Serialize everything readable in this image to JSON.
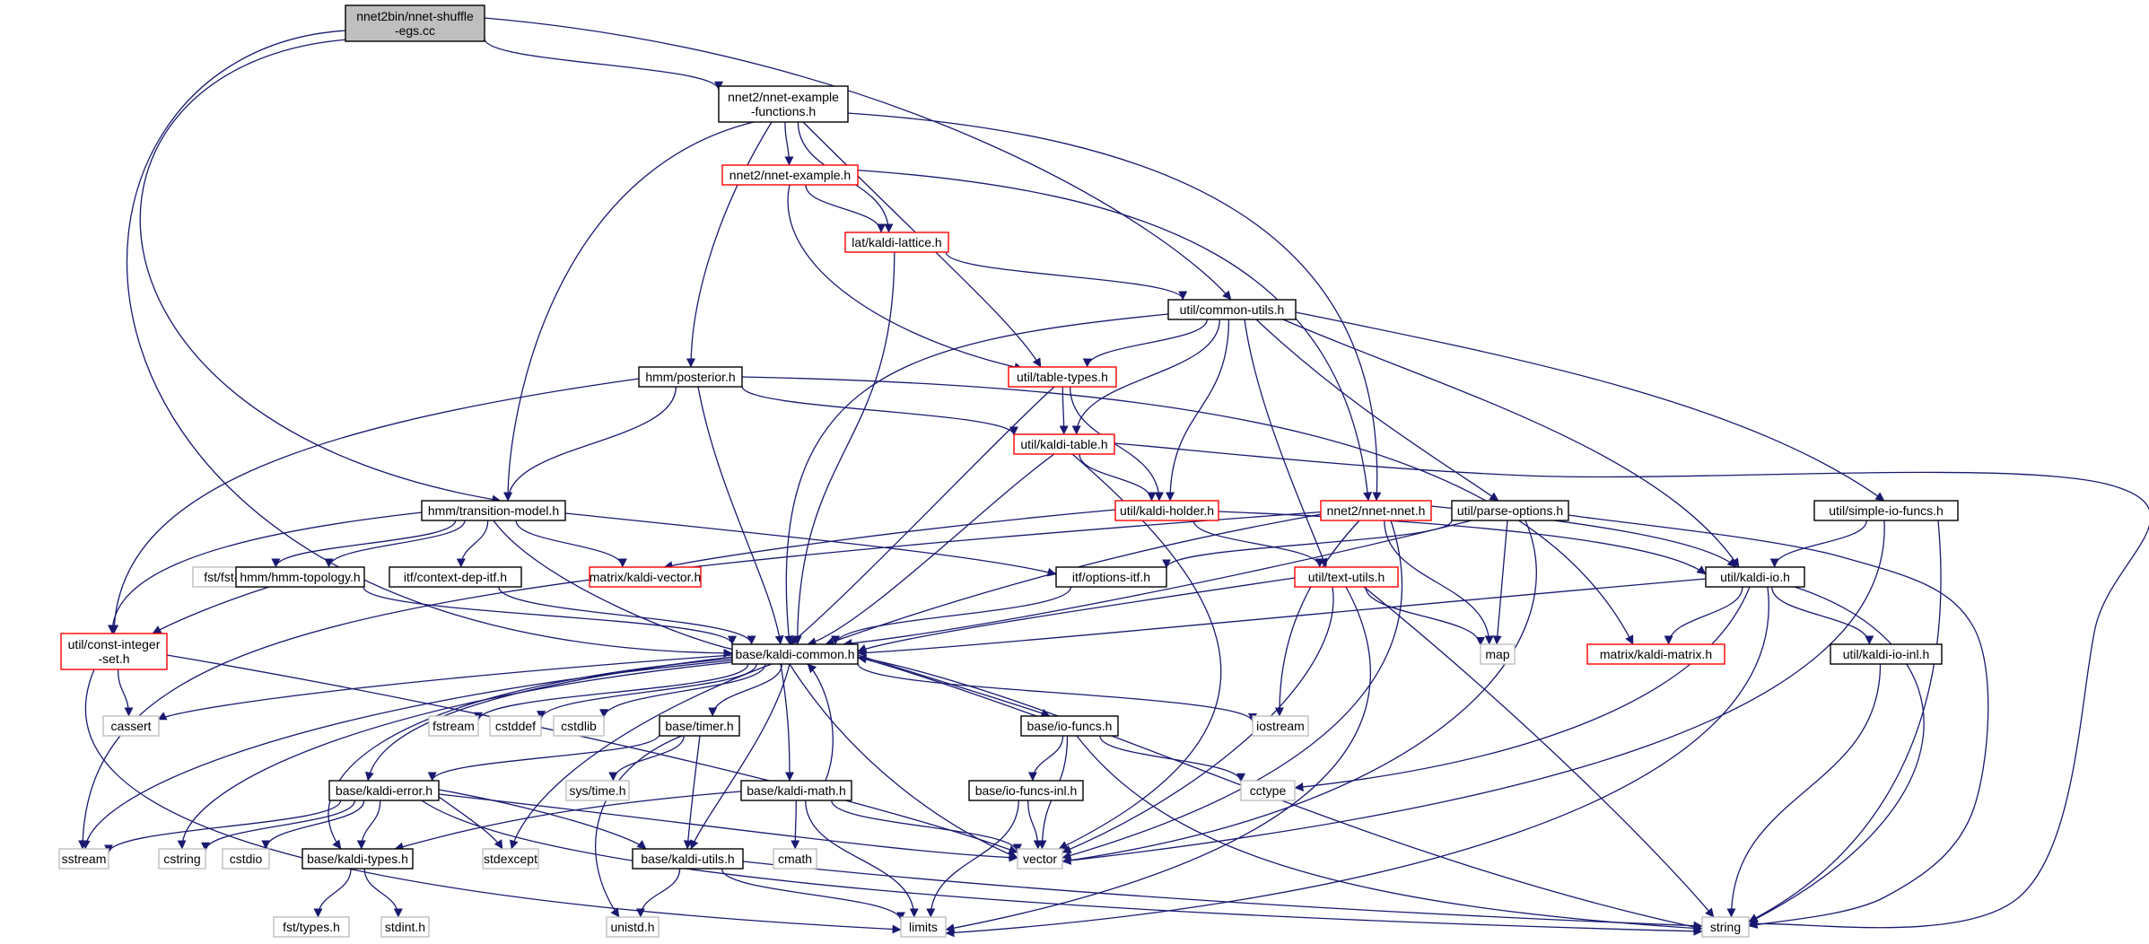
{
  "colors": {
    "background": "#ffffff",
    "edge": "#191970",
    "root_fill": "#bfbfbf",
    "normal_border": "#000000",
    "truncated_border": "#ff0000",
    "system_border": "#bfbfbf",
    "text": "#000000"
  },
  "nodes": [
    {
      "id": "root",
      "label": "nnet2bin/nnet-shuffle\n-egs.cc",
      "style": "root"
    },
    {
      "id": "nef",
      "label": "nnet2/nnet-example\n-functions.h",
      "style": "normal"
    },
    {
      "id": "ne",
      "label": "nnet2/nnet-example.h",
      "style": "truncated"
    },
    {
      "id": "kl",
      "label": "lat/kaldi-lattice.h",
      "style": "truncated"
    },
    {
      "id": "cu",
      "label": "util/common-utils.h",
      "style": "normal"
    },
    {
      "id": "post",
      "label": "hmm/posterior.h",
      "style": "normal"
    },
    {
      "id": "tt",
      "label": "util/table-types.h",
      "style": "truncated"
    },
    {
      "id": "ktab",
      "label": "util/kaldi-table.h",
      "style": "truncated"
    },
    {
      "id": "tm",
      "label": "hmm/transition-model.h",
      "style": "normal"
    },
    {
      "id": "khold",
      "label": "util/kaldi-holder.h",
      "style": "truncated"
    },
    {
      "id": "nnet",
      "label": "nnet2/nnet-nnet.h",
      "style": "truncated"
    },
    {
      "id": "po",
      "label": "util/parse-options.h",
      "style": "normal"
    },
    {
      "id": "sif",
      "label": "util/simple-io-funcs.h",
      "style": "normal"
    },
    {
      "id": "fstdecl",
      "label": "fst/fst-decl.h",
      "style": "system"
    },
    {
      "id": "topo",
      "label": "hmm/hmm-topology.h",
      "style": "normal"
    },
    {
      "id": "cditf",
      "label": "itf/context-dep-itf.h",
      "style": "normal"
    },
    {
      "id": "kvec",
      "label": "matrix/kaldi-vector.h",
      "style": "truncated"
    },
    {
      "id": "oitf",
      "label": "itf/options-itf.h",
      "style": "normal"
    },
    {
      "id": "tu",
      "label": "util/text-utils.h",
      "style": "truncated"
    },
    {
      "id": "kio",
      "label": "util/kaldi-io.h",
      "style": "normal"
    },
    {
      "id": "cis",
      "label": "util/const-integer\n-set.h",
      "style": "truncated"
    },
    {
      "id": "kc",
      "label": "base/kaldi-common.h",
      "style": "normal"
    },
    {
      "id": "map",
      "label": "map",
      "style": "system"
    },
    {
      "id": "kmat",
      "label": "matrix/kaldi-matrix.h",
      "style": "truncated"
    },
    {
      "id": "kioinl",
      "label": "util/kaldi-io-inl.h",
      "style": "normal"
    },
    {
      "id": "cassert",
      "label": "cassert",
      "style": "system"
    },
    {
      "id": "fstream",
      "label": "fstream",
      "style": "system"
    },
    {
      "id": "cstddef",
      "label": "cstddef",
      "style": "system"
    },
    {
      "id": "cstdlib",
      "label": "cstdlib",
      "style": "system"
    },
    {
      "id": "timer",
      "label": "base/timer.h",
      "style": "normal"
    },
    {
      "id": "iof",
      "label": "base/io-funcs.h",
      "style": "normal"
    },
    {
      "id": "iostream",
      "label": "iostream",
      "style": "system"
    },
    {
      "id": "systime",
      "label": "sys/time.h",
      "style": "system"
    },
    {
      "id": "kerr",
      "label": "base/kaldi-error.h",
      "style": "normal"
    },
    {
      "id": "kmath",
      "label": "base/kaldi-math.h",
      "style": "normal"
    },
    {
      "id": "iofinl",
      "label": "base/io-funcs-inl.h",
      "style": "normal"
    },
    {
      "id": "cctype",
      "label": "cctype",
      "style": "system"
    },
    {
      "id": "sstream",
      "label": "sstream",
      "style": "system"
    },
    {
      "id": "cstring",
      "label": "cstring",
      "style": "system"
    },
    {
      "id": "cstdio",
      "label": "cstdio",
      "style": "system"
    },
    {
      "id": "ktypes",
      "label": "base/kaldi-types.h",
      "style": "normal"
    },
    {
      "id": "stdexcept",
      "label": "stdexcept",
      "style": "system"
    },
    {
      "id": "kutils",
      "label": "base/kaldi-utils.h",
      "style": "normal"
    },
    {
      "id": "cmath",
      "label": "cmath",
      "style": "system"
    },
    {
      "id": "vector",
      "label": "vector",
      "style": "system"
    },
    {
      "id": "fsttypes",
      "label": "fst/types.h",
      "style": "system"
    },
    {
      "id": "stdint",
      "label": "stdint.h",
      "style": "system"
    },
    {
      "id": "unistd",
      "label": "unistd.h",
      "style": "system"
    },
    {
      "id": "limits",
      "label": "limits",
      "style": "system"
    },
    {
      "id": "string",
      "label": "string",
      "style": "system"
    }
  ],
  "edges": [
    [
      "root",
      "nef"
    ],
    [
      "root",
      "cu"
    ],
    [
      "root",
      "tm"
    ],
    [
      "root",
      "kc"
    ],
    [
      "nef",
      "ne"
    ],
    [
      "nef",
      "kl"
    ],
    [
      "nef",
      "tt"
    ],
    [
      "nef",
      "post"
    ],
    [
      "nef",
      "tm"
    ],
    [
      "nef",
      "nnet"
    ],
    [
      "ne",
      "kl"
    ],
    [
      "ne",
      "tt"
    ],
    [
      "ne",
      "nnet"
    ],
    [
      "kl",
      "cu"
    ],
    [
      "kl",
      "kc"
    ],
    [
      "cu",
      "tt"
    ],
    [
      "cu",
      "ktab"
    ],
    [
      "cu",
      "khold"
    ],
    [
      "cu",
      "kc"
    ],
    [
      "cu",
      "tu"
    ],
    [
      "cu",
      "po"
    ],
    [
      "cu",
      "sif"
    ],
    [
      "cu",
      "kio"
    ],
    [
      "post",
      "ktab"
    ],
    [
      "post",
      "tm"
    ],
    [
      "post",
      "kc"
    ],
    [
      "post",
      "kmat"
    ],
    [
      "post",
      "cis"
    ],
    [
      "tt",
      "ktab"
    ],
    [
      "tt",
      "khold"
    ],
    [
      "tt",
      "kc"
    ],
    [
      "ktab",
      "khold"
    ],
    [
      "ktab",
      "kc"
    ],
    [
      "ktab",
      "vector"
    ],
    [
      "ktab",
      "string"
    ],
    [
      "tm",
      "fstdecl"
    ],
    [
      "tm",
      "topo"
    ],
    [
      "tm",
      "cditf"
    ],
    [
      "tm",
      "kvec"
    ],
    [
      "tm",
      "oitf"
    ],
    [
      "tm",
      "kc"
    ],
    [
      "tm",
      "cis"
    ],
    [
      "khold",
      "kvec"
    ],
    [
      "khold",
      "tu"
    ],
    [
      "khold",
      "kio"
    ],
    [
      "nnet",
      "kc"
    ],
    [
      "nnet",
      "kio"
    ],
    [
      "nnet",
      "map"
    ],
    [
      "nnet",
      "iostream"
    ],
    [
      "nnet",
      "sstream"
    ],
    [
      "nnet",
      "vector"
    ],
    [
      "po",
      "oitf"
    ],
    [
      "po",
      "kc"
    ],
    [
      "po",
      "map"
    ],
    [
      "po",
      "vector"
    ],
    [
      "po",
      "string"
    ],
    [
      "sif",
      "kio"
    ],
    [
      "sif",
      "vector"
    ],
    [
      "sif",
      "string"
    ],
    [
      "topo",
      "kc"
    ],
    [
      "topo",
      "cis"
    ],
    [
      "cditf",
      "kc"
    ],
    [
      "oitf",
      "kc"
    ],
    [
      "tu",
      "kc"
    ],
    [
      "tu",
      "map"
    ],
    [
      "tu",
      "vector"
    ],
    [
      "tu",
      "string"
    ],
    [
      "tu",
      "limits"
    ],
    [
      "kio",
      "kc"
    ],
    [
      "kio",
      "kmat"
    ],
    [
      "kio",
      "kioinl"
    ],
    [
      "kio",
      "cctype"
    ],
    [
      "kio",
      "limits"
    ],
    [
      "kio",
      "string"
    ],
    [
      "kioinl",
      "string"
    ],
    [
      "cis",
      "cassert"
    ],
    [
      "cis",
      "vector"
    ],
    [
      "cis",
      "limits"
    ],
    [
      "kc",
      "cassert"
    ],
    [
      "kc",
      "fstream"
    ],
    [
      "kc",
      "cstddef"
    ],
    [
      "kc",
      "cstdlib"
    ],
    [
      "kc",
      "timer"
    ],
    [
      "kc",
      "iof"
    ],
    [
      "kc",
      "iostream"
    ],
    [
      "kc",
      "kerr"
    ],
    [
      "kc",
      "kmath"
    ],
    [
      "kc",
      "kutils"
    ],
    [
      "kc",
      "ktypes"
    ],
    [
      "kc",
      "sstream"
    ],
    [
      "kc",
      "cstring"
    ],
    [
      "kc",
      "stdexcept"
    ],
    [
      "kc",
      "vector"
    ],
    [
      "kc",
      "string"
    ],
    [
      "timer",
      "systime"
    ],
    [
      "timer",
      "unistd"
    ],
    [
      "timer",
      "kerr"
    ],
    [
      "timer",
      "kutils"
    ],
    [
      "iof",
      "kc"
    ],
    [
      "iof",
      "iofinl"
    ],
    [
      "iof",
      "cctype"
    ],
    [
      "iof",
      "vector"
    ],
    [
      "iof",
      "string"
    ],
    [
      "kmath",
      "kc"
    ],
    [
      "kmath",
      "cmath"
    ],
    [
      "kmath",
      "ktypes"
    ],
    [
      "kmath",
      "limits"
    ],
    [
      "kmath",
      "vector"
    ],
    [
      "iofinl",
      "vector"
    ],
    [
      "iofinl",
      "limits"
    ],
    [
      "kerr",
      "sstream"
    ],
    [
      "kerr",
      "cstring"
    ],
    [
      "kerr",
      "cstdio"
    ],
    [
      "kerr",
      "ktypes"
    ],
    [
      "kerr",
      "stdexcept"
    ],
    [
      "kerr",
      "kutils"
    ],
    [
      "kerr",
      "vector"
    ],
    [
      "kerr",
      "string"
    ],
    [
      "ktypes",
      "fsttypes"
    ],
    [
      "ktypes",
      "stdint"
    ],
    [
      "kutils",
      "unistd"
    ],
    [
      "kutils",
      "limits"
    ],
    [
      "kutils",
      "string"
    ]
  ]
}
